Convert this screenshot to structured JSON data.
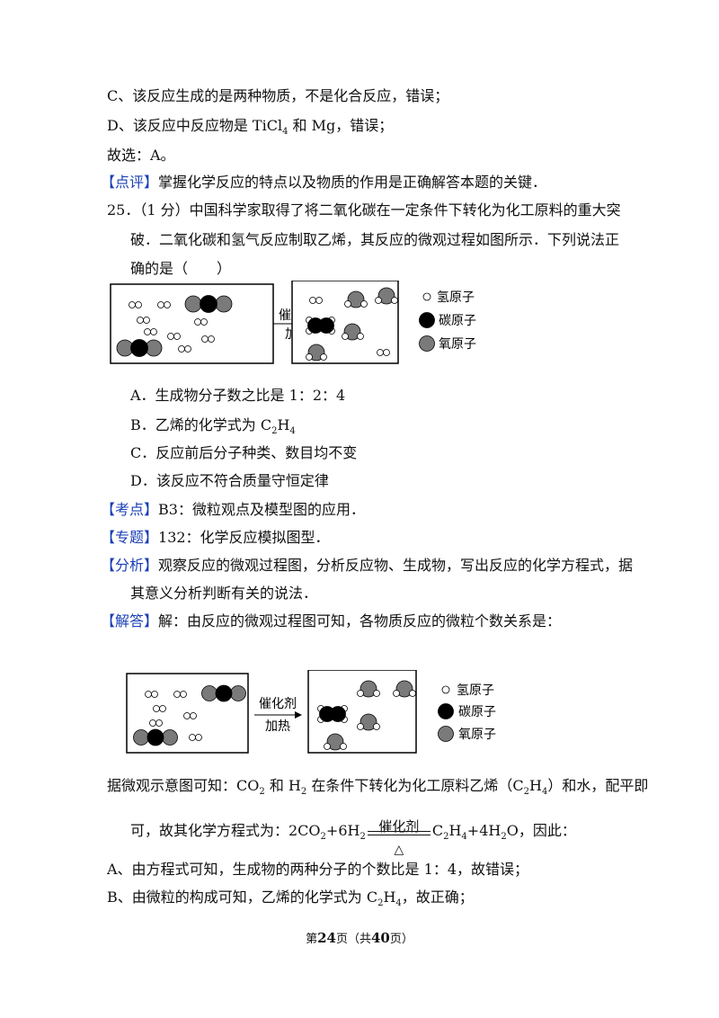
{
  "lines": {
    "c_opt": "C、该反应生成的是两种物质，不是化合反应，错误；",
    "d_opt_pre": "D、该反应中反应物是 TiCl",
    "d_opt_sub": "4",
    "d_opt_post": " 和 Mg，错误；",
    "select": "故选：A。",
    "review_tag": "【点评】",
    "review_text": "掌握化学反应的特点以及物质的作用是正确解答本题的关键．",
    "q25_a": "25．（1 分）中国科学家取得了将二氧化碳在一定条件下转化为化工原料的重大突",
    "q25_b": "破．二氧化碳和氢气反应制取乙烯，其反应的微观过程如图所示．下列说法正",
    "q25_c": "确的是（　　）",
    "optA": "A．生成物分子数之比是 1：2：4",
    "optB_pre": "B．乙烯的化学式为 C",
    "optB_s1": "2",
    "optB_mid": "H",
    "optB_s2": "4",
    "optC": "C．反应前后分子种类、数目均不变",
    "optD": "D．该反应不符合质量守恒定律",
    "kaodian_tag": "【考点】",
    "kaodian_text": "B3：微粒观点及模型图的应用．",
    "zhuanti_tag": "【专题】",
    "zhuanti_text": "132：化学反应模拟图型．",
    "fenxi_tag": "【分析】",
    "fenxi_text": "观察反应的微观过程图，分析反应物、生成物，写出反应的化学方程式，据",
    "fenxi_text2": "其意义分析判断有关的说法．",
    "jieda_tag": "【解答】",
    "jieda_text": "解：由反应的微观过程图可知，各物质反应的微粒个数关系是：",
    "ju1": "据微观示意图可知：CO",
    "ju1_s1": "2",
    "ju2": " 和 H",
    "ju2_s": "2",
    "ju3": " 在条件下转化为化工原料乙烯（C",
    "ju3_s1": "2",
    "ju3_m": "H",
    "ju3_s2": "4",
    "ju4": "）和水，配平即",
    "eq_pre": "可，故其化学方程式为：2CO",
    "eq_s1": "2",
    "eq_m": "+6H",
    "eq_s2": "2",
    "eq_top": "催化剂",
    "eq_bot": "△",
    "eq_post_pre": "C",
    "eq_post_s1": "2",
    "eq_post_m": "H",
    "eq_post_s2": "4",
    "eq_post_end": "+4H",
    "eq_post_s3": "2",
    "eq_post_fin": "O，因此：",
    "lineA": "A、由方程式可知，生成物的两种分子的个数比是 1：4，故错误；",
    "lineB_pre": "B、由微粒的构成可知，乙烯的化学式为 C",
    "lineB_s1": "2",
    "lineB_m": "H",
    "lineB_s2": "4",
    "lineB_end": "，故正确；"
  },
  "figure": {
    "arrow_top": "催化剂",
    "arrow_bot": "加热",
    "legend_h": "氢原子",
    "legend_c": "碳原子",
    "legend_o": "氧原子"
  },
  "footer": {
    "pre": "第",
    "page": "24",
    "mid": "页（共",
    "total": "40",
    "post": "页）"
  },
  "colors": {
    "tag": "#1a3fb5",
    "oxygen": "#7a7a7a",
    "carbon": "#000000",
    "hydrogen": "#ffffff"
  }
}
